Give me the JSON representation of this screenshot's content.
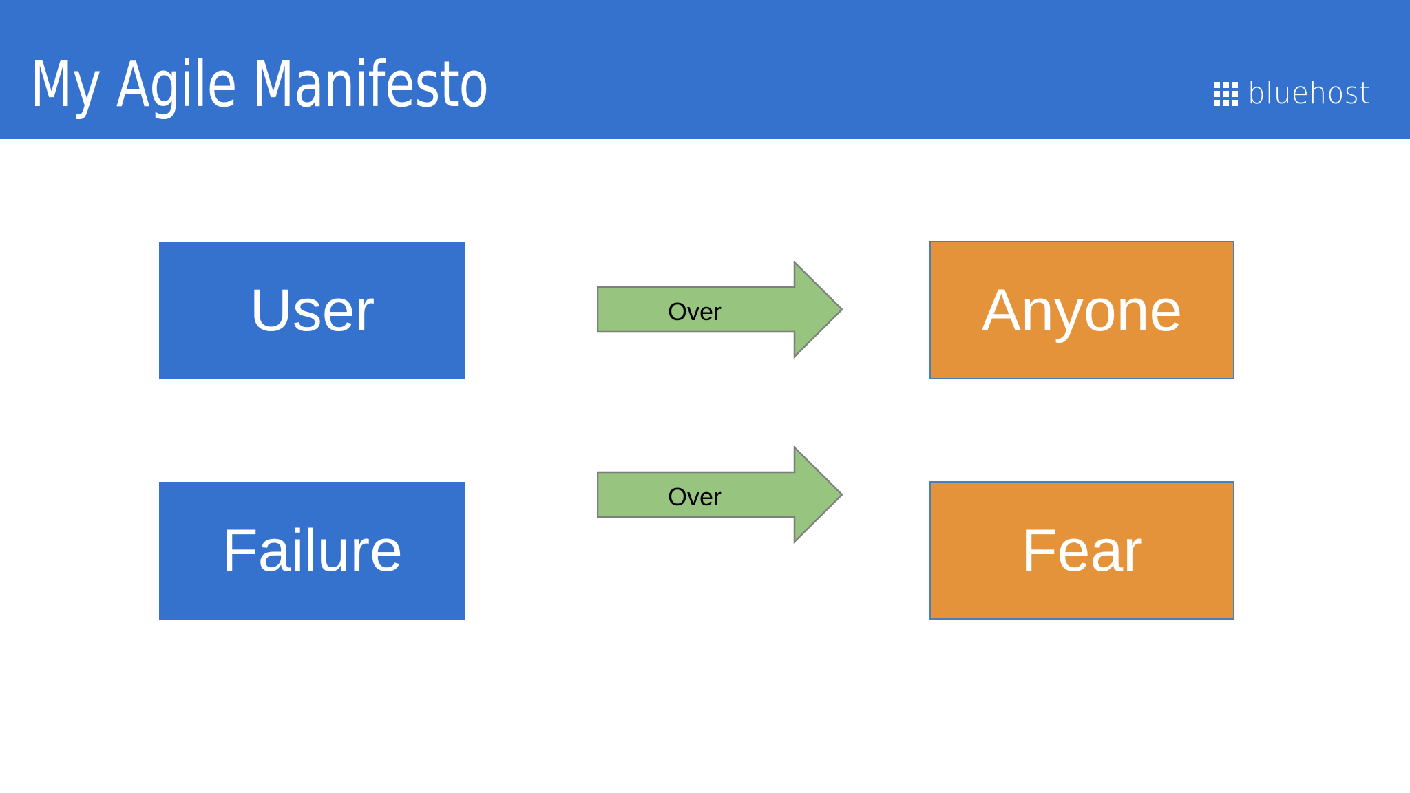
{
  "slide": {
    "title": "My Agile Manifesto",
    "background_color": "#ffffff",
    "header_color": "#3572ce"
  },
  "brand": {
    "name": "bluehost",
    "icon": "grid-3x3-icon",
    "color": "#ffffff"
  },
  "palette": {
    "blue": "#3572ce",
    "orange": "#e5933b",
    "orange_border": "#4a7ebb",
    "green": "#97c47e",
    "green_border": "#7f7f7f",
    "text_on_fill": "#ffffff",
    "label_text": "#000000"
  },
  "manifesto": {
    "rows": [
      {
        "left": "User",
        "connector": "Over",
        "right": "Anyone"
      },
      {
        "left": "Failure",
        "connector": "Over",
        "right": "Fear"
      }
    ]
  }
}
